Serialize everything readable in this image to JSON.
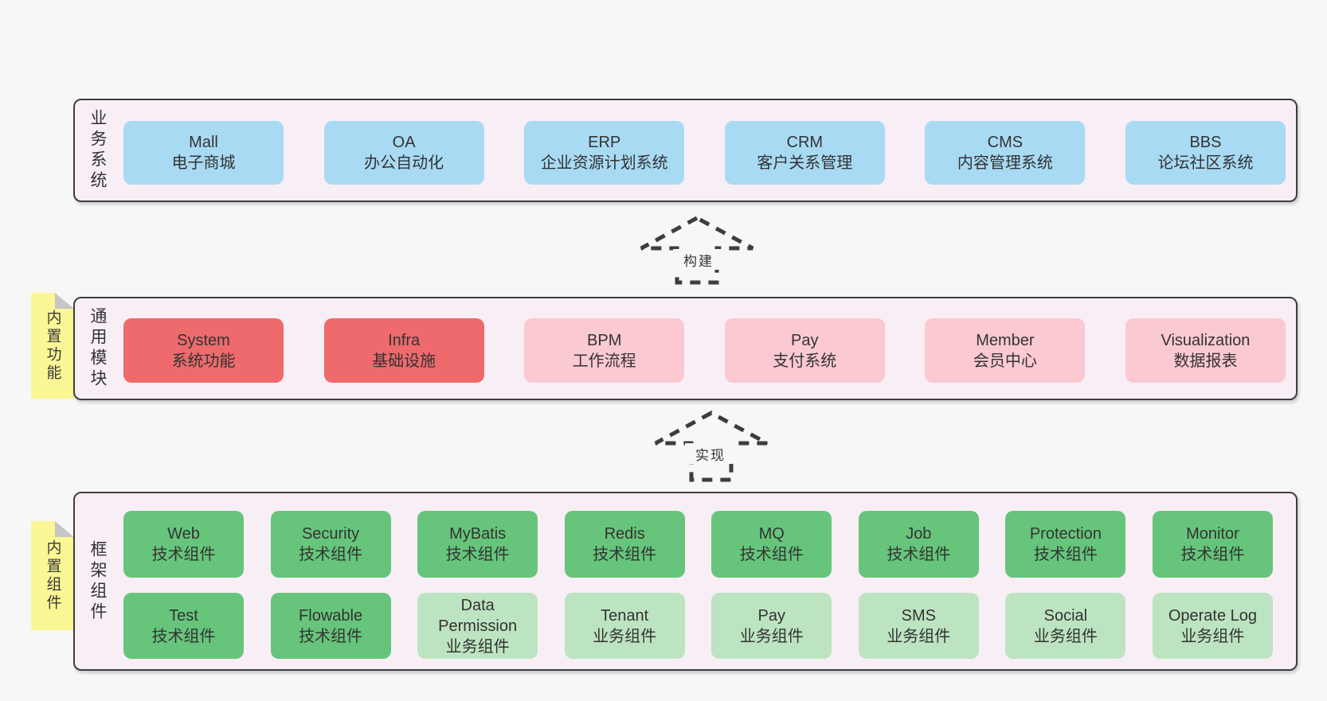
{
  "bands": [
    {
      "label": "业务系统",
      "sticky": null,
      "rows": [
        [
          {
            "name": "Mall",
            "desc": "电子商城",
            "type": "blue"
          },
          {
            "name": "OA",
            "desc": "办公自动化",
            "type": "blue"
          },
          {
            "name": "ERP",
            "desc": "企业资源计划系统",
            "type": "blue"
          },
          {
            "name": "CRM",
            "desc": "客户关系管理",
            "type": "blue"
          },
          {
            "name": "CMS",
            "desc": "内容管理系统",
            "type": "blue"
          },
          {
            "name": "BBS",
            "desc": "论坛社区系统",
            "type": "blue"
          }
        ]
      ]
    },
    {
      "label": "通用模块",
      "sticky": "内置功能",
      "rows": [
        [
          {
            "name": "System",
            "desc": "系统功能",
            "type": "red"
          },
          {
            "name": "Infra",
            "desc": "基础设施",
            "type": "red"
          },
          {
            "name": "BPM",
            "desc": "工作流程",
            "type": "pink"
          },
          {
            "name": "Pay",
            "desc": "支付系统",
            "type": "pink"
          },
          {
            "name": "Member",
            "desc": "会员中心",
            "type": "pink"
          },
          {
            "name": "Visualization",
            "desc": "数据报表",
            "type": "pink"
          }
        ]
      ]
    },
    {
      "label": "框架组件",
      "sticky": "内置组件",
      "rows": [
        [
          {
            "name": "Web",
            "desc": "技术组件",
            "type": "green"
          },
          {
            "name": "Security",
            "desc": "技术组件",
            "type": "green"
          },
          {
            "name": "MyBatis",
            "desc": "技术组件",
            "type": "green"
          },
          {
            "name": "Redis",
            "desc": "技术组件",
            "type": "green"
          },
          {
            "name": "MQ",
            "desc": "技术组件",
            "type": "green"
          },
          {
            "name": "Job",
            "desc": "技术组件",
            "type": "green"
          },
          {
            "name": "Protection",
            "desc": "技术组件",
            "type": "green"
          },
          {
            "name": "Monitor",
            "desc": "技术组件",
            "type": "green"
          }
        ],
        [
          {
            "name": "Test",
            "desc": "技术组件",
            "type": "green"
          },
          {
            "name": "Flowable",
            "desc": "技术组件",
            "type": "green"
          },
          {
            "name": "Data Permission",
            "desc": "业务组件",
            "type": "lightgreen"
          },
          {
            "name": "Tenant",
            "desc": "业务组件",
            "type": "lightgreen"
          },
          {
            "name": "Pay",
            "desc": "业务组件",
            "type": "lightgreen"
          },
          {
            "name": "SMS",
            "desc": "业务组件",
            "type": "lightgreen"
          },
          {
            "name": "Social",
            "desc": "业务组件",
            "type": "lightgreen"
          },
          {
            "name": "Operate Log",
            "desc": "业务组件",
            "type": "lightgreen"
          }
        ]
      ]
    }
  ],
  "arrows": [
    {
      "label": "构建"
    },
    {
      "label": "实现"
    }
  ],
  "palette": {
    "page_background": "#f7f7f7",
    "band_background": "#f8eef6",
    "band_border": "#3d3d3d",
    "business_box_blue": "#a8daf3",
    "core_module_red": "#ee6a6c",
    "module_pink": "#fbc9d2",
    "tech_component_green": "#66c57b",
    "biz_component_lightgreen": "#bde4c0",
    "sticky_note_yellow": "#fbf795",
    "sticky_fold_gray": "#c6c6c6",
    "text": "#333333"
  }
}
